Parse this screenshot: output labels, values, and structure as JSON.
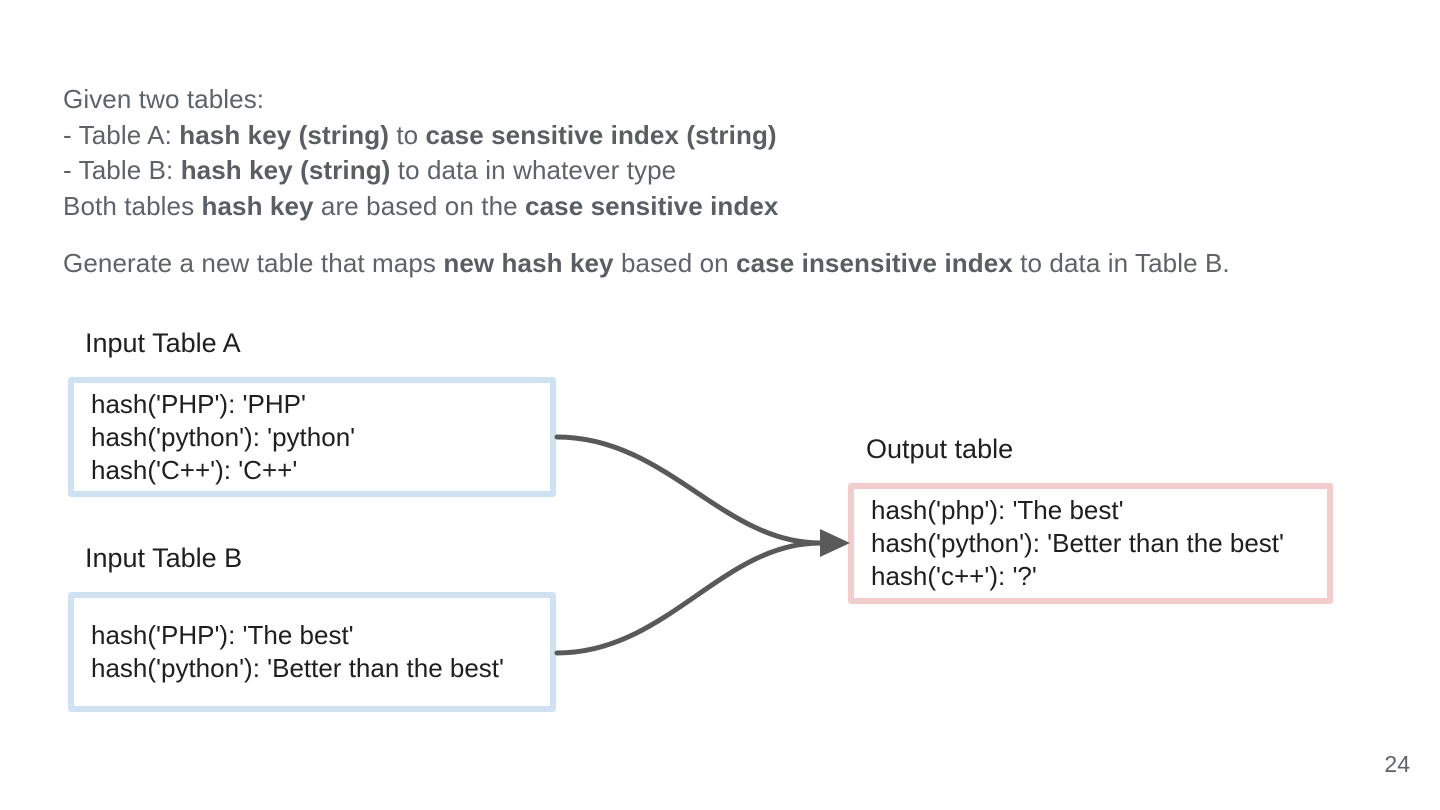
{
  "slide": {
    "page_number": "24"
  },
  "intro": {
    "l1": "Given two tables:",
    "l2": {
      "a": "- Table A: ",
      "b": "hash key (string)",
      "c": " to ",
      "d": "case sensitive index (string)"
    },
    "l3": {
      "a": "- Table B: ",
      "b": "hash key (string)",
      "c": " to data in whatever type"
    },
    "l4": {
      "a": "Both tables ",
      "b": "hash key",
      "c": " are based on the ",
      "d": "case sensitive index"
    }
  },
  "task": {
    "a": "Generate a new table that maps ",
    "b": "new hash key",
    "c": " based on ",
    "d": "case insensitive index",
    "e": " to data in Table B."
  },
  "tables": {
    "input_a": {
      "title": "Input Table A",
      "rows": [
        "hash('PHP'): 'PHP'",
        "hash('python'): 'python'",
        "hash('C++'): 'C++'"
      ]
    },
    "input_b": {
      "title": "Input Table B",
      "rows": [
        "hash('PHP'): 'The best'",
        "hash('python'): 'Better than the best'"
      ]
    },
    "output": {
      "title": "Output table",
      "rows": [
        "hash('php'): 'The best'",
        "hash('python'): 'Better than the best'",
        "hash('c++'): '?'"
      ]
    }
  },
  "colors": {
    "background": "#ffffff",
    "body_text": "#5f6368",
    "box_text": "#1f1f1f",
    "input_border": "#cfe2f3",
    "output_border": "#f4cccc",
    "arrow": "#595959"
  }
}
